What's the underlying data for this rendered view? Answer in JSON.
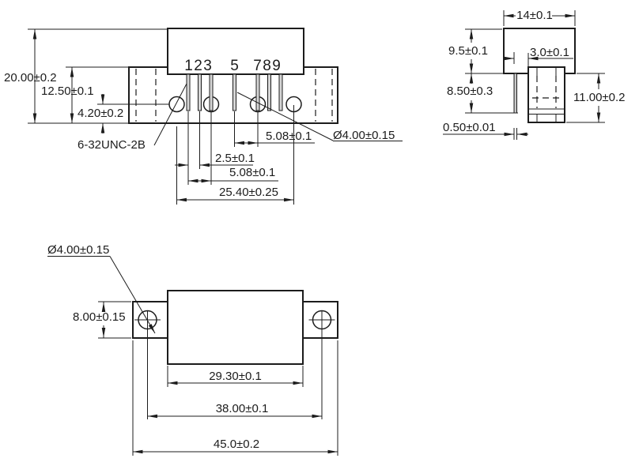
{
  "drawing": {
    "title": "package-outline-three-view-drawing",
    "front": {
      "pins": [
        "1",
        "2",
        "3",
        "5",
        "7",
        "8",
        "9"
      ],
      "overall_height": "20.00±0.2",
      "body_height": "12.50±0.1",
      "hole_offset": "4.20±0.2",
      "thread_callout": "6-32UNC-2B",
      "pin_span_5_7": "5.08±0.1",
      "pin_pitch": "2.5±0.1",
      "pin_span_1_3": "5.08±0.1",
      "hole_span": "25.40±0.25",
      "hole_dia": "Ø4.00±0.15"
    },
    "side": {
      "width": "14±0.1",
      "cap_height": "9.5±0.1",
      "pin_setback": "3.0±0.1",
      "pin_length": "8.50±0.3",
      "sink_height": "11.00±0.2",
      "pin_width": "0.50±0.01"
    },
    "bottom": {
      "hole_dia": "Ø4.00±0.15",
      "tab_width": "8.00±0.15",
      "body_length": "29.30±0.1",
      "hole_span": "38.00±0.1",
      "overall_length": "45.0±0.2"
    },
    "colors": {
      "line": "#1c1c1c",
      "pin_fill": "#d6d6d6",
      "background": "#ffffff"
    }
  }
}
